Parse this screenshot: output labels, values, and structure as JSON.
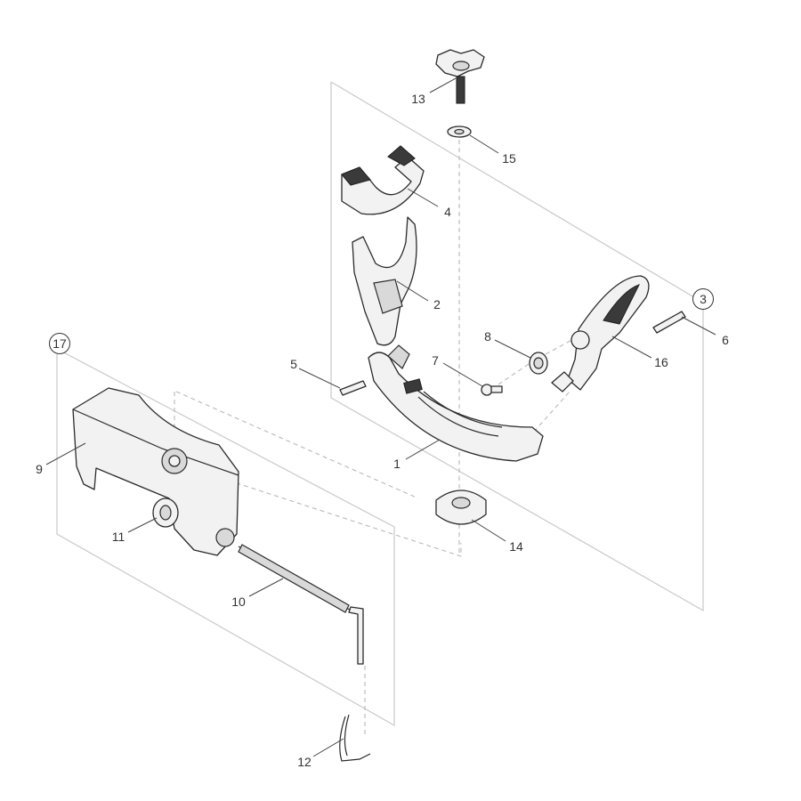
{
  "diagram": {
    "part_labels": {
      "p1": "1",
      "p2": "2",
      "p4": "4",
      "p5": "5",
      "p6": "6",
      "p7": "7",
      "p8": "8",
      "p9": "9",
      "p10": "10",
      "p11": "11",
      "p12": "12",
      "p13": "13",
      "p14": "14",
      "p15": "15",
      "p16": "16"
    },
    "group_labels": {
      "g3": "3",
      "g17": "17"
    }
  }
}
